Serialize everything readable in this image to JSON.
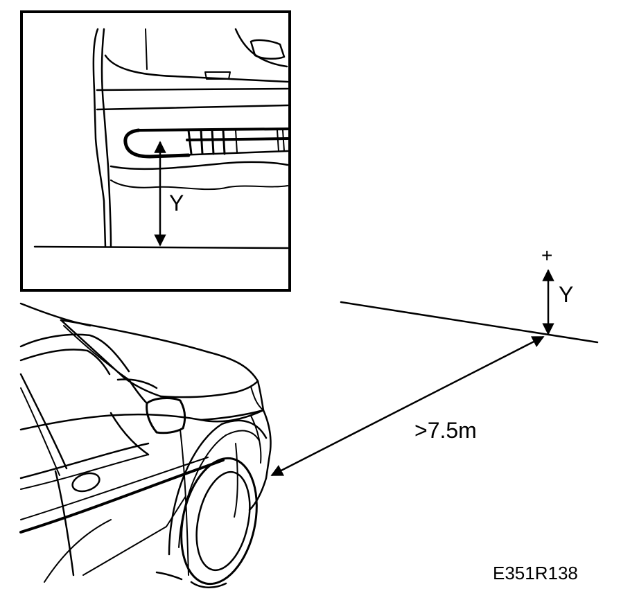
{
  "labels": {
    "inset_height": "Y",
    "adjust_plus": "+",
    "adjust_height": "Y",
    "distance": ">7.5m",
    "figure_code": "E351R138"
  },
  "colors": {
    "ink": "#000000",
    "paper": "#ffffff"
  }
}
